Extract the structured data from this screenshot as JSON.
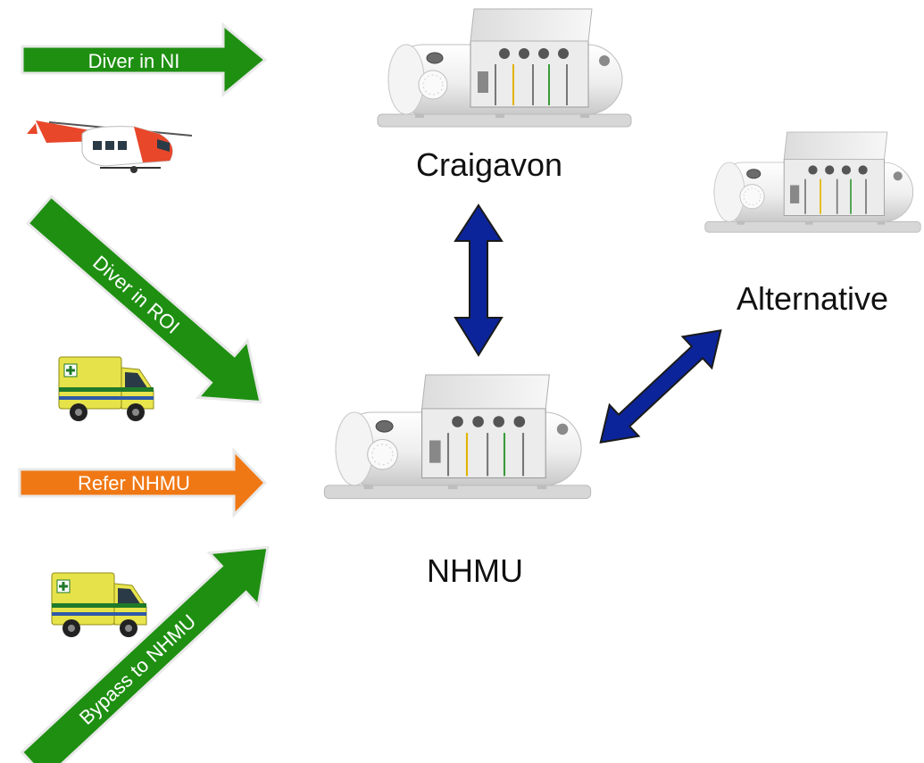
{
  "arrows": {
    "diver_in_ni": "Diver in NI",
    "diver_in_roi": "Diver in ROI",
    "refer_nhmu": "Refer NHMU",
    "bypass_to_nhmu": "Bypass to NHMU"
  },
  "nodes": {
    "craigavon": "Craigavon",
    "alternative": "Alternative",
    "nhmu": "NHMU"
  },
  "colors": {
    "green_arrow": "#1f8f12",
    "orange_arrow": "#f07814",
    "blue_arrow": "#0c2499",
    "chamber_body": "#f1f1f1",
    "helicopter_body": "#e8472a",
    "ambulance_body": "#e6e24a"
  },
  "icons": [
    "helicopter-icon",
    "ambulance-icon",
    "hyperbaric-chamber-icon"
  ]
}
